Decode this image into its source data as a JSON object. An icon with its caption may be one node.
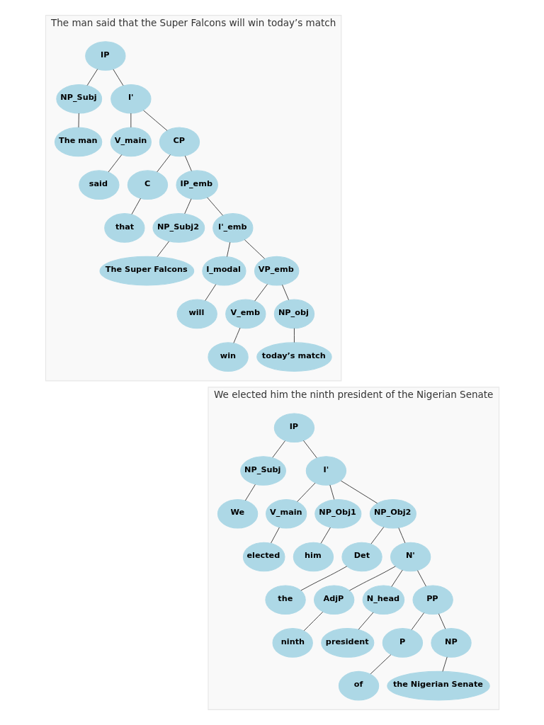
{
  "diagram": {
    "nodes": [
      {
        "text": [
          "The man said that the Super Falcons will win today’s match"
        ]
      },
      {
        "text": [
          "IP"
        ],
        "in": 0
      },
      {
        "text": [
          "NP_Subj"
        ],
        "in": 0
      },
      {
        "text": [
          "The man"
        ],
        "in": 0
      },
      {
        "text": [
          "I'"
        ],
        "in": 0
      },
      {
        "text": [
          "V_main"
        ],
        "in": 0
      },
      {
        "text": [
          "said"
        ],
        "in": 0
      },
      {
        "text": [
          "CP"
        ],
        "in": 0
      },
      {
        "text": [
          "C"
        ],
        "in": 0
      },
      {
        "text": [
          "that"
        ],
        "in": 0
      },
      {
        "text": [
          "IP_emb"
        ],
        "in": 0
      },
      {
        "text": [
          "NP_Subj2"
        ],
        "in": 0
      },
      {
        "text": [
          "The Super Falcons"
        ],
        "in": 0
      },
      {
        "text": [
          "I'_emb"
        ],
        "in": 0
      },
      {
        "text": [
          "I_modal"
        ],
        "in": 0
      },
      {
        "text": [
          "will"
        ],
        "in": 0
      },
      {
        "text": [
          "VP_emb"
        ],
        "in": 0
      },
      {
        "text": [
          "V_emb"
        ],
        "in": 0
      },
      {
        "text": [
          "win"
        ],
        "in": 0
      },
      {
        "text": [
          "NP_obj"
        ],
        "in": 0
      },
      {
        "text": [
          "today’s match"
        ],
        "in": 0
      },
      {
        "text": [
          "We elected him the ninth president of the Nigerian Senate"
        ]
      },
      {
        "text": [
          "IP"
        ],
        "in": 21
      },
      {
        "text": [
          "NP_Subj"
        ],
        "in": 21
      },
      {
        "text": [
          "We"
        ],
        "in": 21
      },
      {
        "text": [
          "I'"
        ],
        "in": 21
      },
      {
        "text": [
          "V_main"
        ],
        "in": 21
      },
      {
        "text": [
          "elected"
        ],
        "in": 21
      },
      {
        "text": [
          "NP_Obj1"
        ],
        "in": 21
      },
      {
        "text": [
          "him"
        ],
        "in": 21
      },
      {
        "text": [
          "NP_Obj2"
        ],
        "in": 21
      },
      {
        "text": [
          "Det"
        ],
        "in": 21
      },
      {
        "text": [
          "the"
        ],
        "in": 21
      },
      {
        "text": [
          "N'"
        ],
        "in": 21
      },
      {
        "text": [
          "AdjP"
        ],
        "in": 21
      },
      {
        "text": [
          "ninth"
        ],
        "in": 21
      },
      {
        "text": [
          "N_head"
        ],
        "in": 21
      },
      {
        "text": [
          "president"
        ],
        "in": 21
      },
      {
        "text": [
          "PP"
        ],
        "in": 21
      },
      {
        "text": [
          "P"
        ],
        "in": 21
      },
      {
        "text": [
          "of"
        ],
        "in": 21
      },
      {
        "text": [
          "NP"
        ],
        "in": 21
      },
      {
        "text": [
          "the Nigerian Senate"
        ],
        "in": 21
      }
    ],
    "edges": [
      {
        "from": 1,
        "to": 2,
        "arrow": "none"
      },
      {
        "from": 2,
        "to": 3,
        "arrow": "none"
      },
      {
        "from": 1,
        "to": 4,
        "arrow": "none"
      },
      {
        "from": 4,
        "to": 5,
        "arrow": "none"
      },
      {
        "from": 5,
        "to": 6,
        "arrow": "none"
      },
      {
        "from": 4,
        "to": 7,
        "arrow": "none"
      },
      {
        "from": 7,
        "to": 8,
        "arrow": "none"
      },
      {
        "from": 8,
        "to": 9,
        "arrow": "none"
      },
      {
        "from": 7,
        "to": 10,
        "arrow": "none"
      },
      {
        "from": 10,
        "to": 11,
        "arrow": "none"
      },
      {
        "from": 11,
        "to": 12,
        "arrow": "none"
      },
      {
        "from": 10,
        "to": 13,
        "arrow": "none"
      },
      {
        "from": 13,
        "to": 14,
        "arrow": "none"
      },
      {
        "from": 14,
        "to": 15,
        "arrow": "none"
      },
      {
        "from": 13,
        "to": 16,
        "arrow": "none"
      },
      {
        "from": 16,
        "to": 17,
        "arrow": "none"
      },
      {
        "from": 17,
        "to": 18,
        "arrow": "none"
      },
      {
        "from": 16,
        "to": 19,
        "arrow": "none"
      },
      {
        "from": 19,
        "to": 20,
        "arrow": "none"
      },
      {
        "from": 22,
        "to": 23,
        "arrow": "none"
      },
      {
        "from": 23,
        "to": 24,
        "arrow": "none"
      },
      {
        "from": 22,
        "to": 25,
        "arrow": "none"
      },
      {
        "from": 25,
        "to": 26,
        "arrow": "none"
      },
      {
        "from": 26,
        "to": 27,
        "arrow": "none"
      },
      {
        "from": 25,
        "to": 28,
        "arrow": "none"
      },
      {
        "from": 28,
        "to": 29,
        "arrow": "none"
      },
      {
        "from": 25,
        "to": 30,
        "arrow": "none"
      },
      {
        "from": 30,
        "to": 31,
        "arrow": "none"
      },
      {
        "from": 31,
        "to": 32,
        "arrow": "none"
      },
      {
        "from": 30,
        "to": 33,
        "arrow": "none"
      },
      {
        "from": 33,
        "to": 34,
        "arrow": "none"
      },
      {
        "from": 34,
        "to": 35,
        "arrow": "none"
      },
      {
        "from": 33,
        "to": 36,
        "arrow": "none"
      },
      {
        "from": 36,
        "to": 37,
        "arrow": "none"
      },
      {
        "from": 33,
        "to": 38,
        "arrow": "none"
      },
      {
        "from": 38,
        "to": 39,
        "arrow": "none"
      },
      {
        "from": 39,
        "to": 40,
        "arrow": "none"
      },
      {
        "from": 38,
        "to": 41,
        "arrow": "none"
      },
      {
        "from": 41,
        "to": 42,
        "arrow": "none"
      }
    ]
  }
}
